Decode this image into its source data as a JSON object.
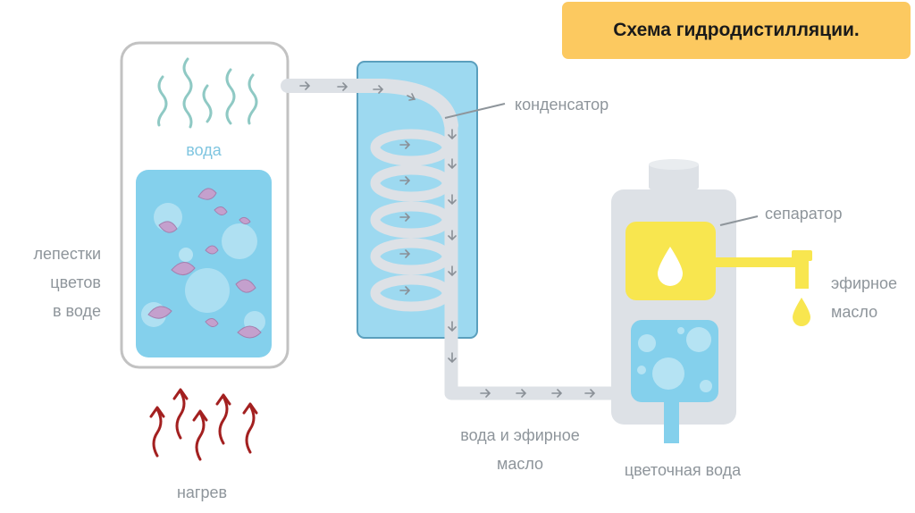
{
  "title": "Схема гидродистилляции.",
  "labels": {
    "water": "вода",
    "petals": [
      "лепестки",
      "цветов",
      "в воде"
    ],
    "heating": "нагрев",
    "condenser": "конденсатор",
    "separator": "сепаратор",
    "essential_oil": [
      "эфирное",
      "масло"
    ],
    "water_and_oil": [
      "вода и эфирное",
      "масло"
    ],
    "flower_water": "цветочная вода"
  },
  "colors": {
    "water": "#84d0ec",
    "condenser": "#9dd9f0",
    "oil": "#f8e64f",
    "pipe": "#dde1e6",
    "heat_arrow": "#a32020",
    "outline": "#bcbcbc",
    "label": "#8e959b",
    "title_bg": "#fcc960"
  }
}
